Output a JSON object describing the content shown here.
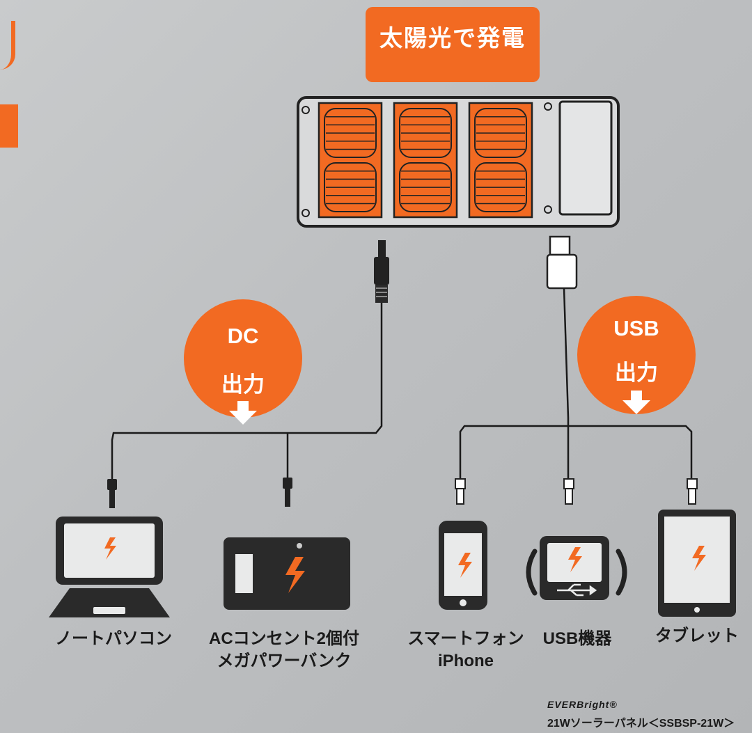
{
  "header": {
    "title": "太陽光で発電"
  },
  "badges": {
    "dc": {
      "line1": "DC",
      "line2": "出力"
    },
    "usb": {
      "line1": "USB",
      "line2": "出力"
    }
  },
  "devices": {
    "laptop": {
      "label": "ノートパソコン"
    },
    "powerbank": {
      "line1": "ACコンセント2個付",
      "line2": "メガパワーバンク"
    },
    "smartphone": {
      "line1": "スマートフォン",
      "line2": "iPhone"
    },
    "usb_device": {
      "label": "USB機器"
    },
    "tablet": {
      "label": "タブレット"
    }
  },
  "footer": {
    "brand": "EVERBright®",
    "product": "21Wソーラーパネル＜SSBSP-21W＞"
  },
  "colors": {
    "accent": "#f26a22",
    "line": "#1a1a1a",
    "background": "#c2c4c6"
  }
}
